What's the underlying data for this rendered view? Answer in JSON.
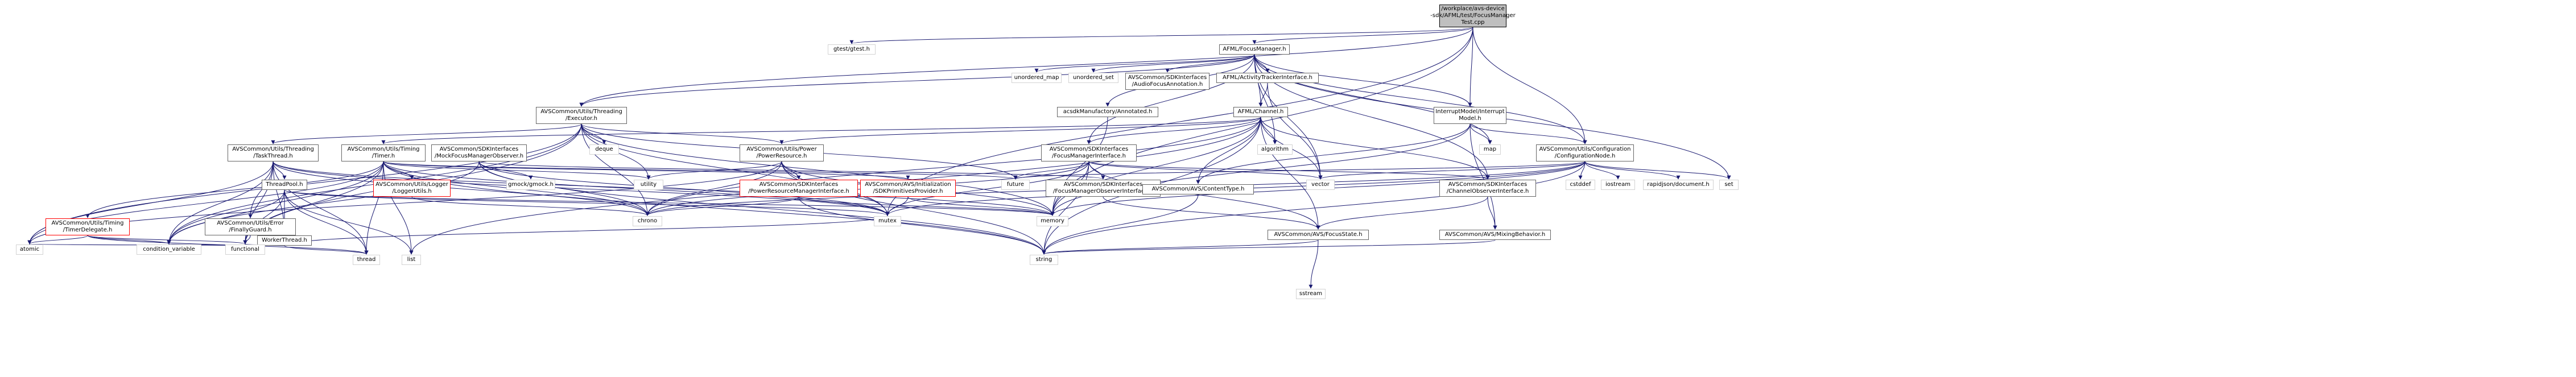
{
  "diagram": {
    "type": "include-dependency-graph",
    "edge_color": "#191970",
    "root_fill": "#bfbfbf",
    "missing_file_border": "#ff0000",
    "external_header_border": "#d3d3d3",
    "nodes": [
      {
        "id": "root",
        "lines": [
          "/workplace/avs-device",
          "-sdk/AFML/test/FocusManager",
          "Test.cpp"
        ],
        "style": "root"
      },
      {
        "id": "gtest",
        "lines": [
          "gtest/gtest.h"
        ],
        "style": "plain"
      },
      {
        "id": "afml_fm",
        "lines": [
          "AFML/FocusManager.h"
        ],
        "style": "normal"
      },
      {
        "id": "unordered_map",
        "lines": [
          "unordered_map"
        ],
        "style": "plain"
      },
      {
        "id": "unordered_set",
        "lines": [
          "unordered_set"
        ],
        "style": "plain"
      },
      {
        "id": "audio_focus_ann",
        "lines": [
          "AVSCommon/SDKInterfaces",
          "/AudioFocusAnnotation.h"
        ],
        "style": "normal"
      },
      {
        "id": "activity_tracker",
        "lines": [
          "AFML/ActivityTrackerInterface.h"
        ],
        "style": "normal"
      },
      {
        "id": "executor",
        "lines": [
          "AVSCommon/Utils/Threading",
          "/Executor.h"
        ],
        "style": "normal"
      },
      {
        "id": "acsdk_annotated",
        "lines": [
          "acsdkManufactory/Annotated.h"
        ],
        "style": "normal"
      },
      {
        "id": "afml_channel",
        "lines": [
          "AFML/Channel.h"
        ],
        "style": "normal"
      },
      {
        "id": "interrupt_model",
        "lines": [
          "InterruptModel/Interrupt",
          "Model.h"
        ],
        "style": "normal"
      },
      {
        "id": "config_node",
        "lines": [
          "AVSCommon/Utils/Configuration",
          "/ConfigurationNode.h"
        ],
        "style": "normal"
      },
      {
        "id": "task_thread",
        "lines": [
          "AVSCommon/Utils/Threading",
          "/TaskThread.h"
        ],
        "style": "normal"
      },
      {
        "id": "timer",
        "lines": [
          "AVSCommon/Utils/Timing",
          "/Timer.h"
        ],
        "style": "normal"
      },
      {
        "id": "mock_fm_observer",
        "lines": [
          "AVSCommon/SDKInterfaces",
          "/MockFocusManagerObserver.h"
        ],
        "style": "normal"
      },
      {
        "id": "deque",
        "lines": [
          "deque"
        ],
        "style": "plain"
      },
      {
        "id": "power_resource",
        "lines": [
          "AVSCommon/Utils/Power",
          "/PowerResource.h"
        ],
        "style": "normal"
      },
      {
        "id": "fm_interface",
        "lines": [
          "AVSCommon/SDKInterfaces",
          "/FocusManagerInterface.h"
        ],
        "style": "normal"
      },
      {
        "id": "algorithm",
        "lines": [
          "algorithm"
        ],
        "style": "plain"
      },
      {
        "id": "map",
        "lines": [
          "map"
        ],
        "style": "plain"
      },
      {
        "id": "threadpool",
        "lines": [
          "ThreadPool.h"
        ],
        "style": "normal"
      },
      {
        "id": "logger_utils",
        "lines": [
          "AVSCommon/Utils/Logger",
          "/LoggerUtils.h"
        ],
        "style": "red"
      },
      {
        "id": "gmock",
        "lines": [
          "gmock/gmock.h"
        ],
        "style": "plain"
      },
      {
        "id": "utility",
        "lines": [
          "utility"
        ],
        "style": "plain"
      },
      {
        "id": "power_res_mgr",
        "lines": [
          "AVSCommon/SDKInterfaces",
          "/PowerResourceManagerInterface.h"
        ],
        "style": "red"
      },
      {
        "id": "sdk_primitives",
        "lines": [
          "AVSCommon/AVS/Initialization",
          "/SDKPrimitivesProvider.h"
        ],
        "style": "red"
      },
      {
        "id": "future",
        "lines": [
          "future"
        ],
        "style": "plain"
      },
      {
        "id": "fm_observer_iface",
        "lines": [
          "AVSCommon/SDKInterfaces",
          "/FocusManagerObserverInterface.h"
        ],
        "style": "normal"
      },
      {
        "id": "content_type",
        "lines": [
          "AVSCommon/AVS/ContentType.h"
        ],
        "style": "normal"
      },
      {
        "id": "vector",
        "lines": [
          "vector"
        ],
        "style": "plain"
      },
      {
        "id": "channel_observer",
        "lines": [
          "AVSCommon/SDKInterfaces",
          "/ChannelObserverInterface.h"
        ],
        "style": "normal"
      },
      {
        "id": "cstddef",
        "lines": [
          "cstddef"
        ],
        "style": "plain"
      },
      {
        "id": "iostream",
        "lines": [
          "iostream"
        ],
        "style": "plain"
      },
      {
        "id": "rapidjson",
        "lines": [
          "rapidjson/document.h"
        ],
        "style": "plain"
      },
      {
        "id": "set",
        "lines": [
          "set"
        ],
        "style": "plain"
      },
      {
        "id": "timer_delegate",
        "lines": [
          "AVSCommon/Utils/Timing",
          "/TimerDelegate.h"
        ],
        "style": "red"
      },
      {
        "id": "finally_guard",
        "lines": [
          "AVSCommon/Utils/Error",
          "/FinallyGuard.h"
        ],
        "style": "normal"
      },
      {
        "id": "worker_thread",
        "lines": [
          "WorkerThread.h"
        ],
        "style": "normal"
      },
      {
        "id": "chrono",
        "lines": [
          "chrono"
        ],
        "style": "plain"
      },
      {
        "id": "mutex",
        "lines": [
          "mutex"
        ],
        "style": "plain"
      },
      {
        "id": "memory",
        "lines": [
          "memory"
        ],
        "style": "plain"
      },
      {
        "id": "focus_state",
        "lines": [
          "AVSCommon/AVS/FocusState.h"
        ],
        "style": "normal"
      },
      {
        "id": "mixing_behavior",
        "lines": [
          "AVSCommon/AVS/MixingBehavior.h"
        ],
        "style": "normal"
      },
      {
        "id": "atomic",
        "lines": [
          "atomic"
        ],
        "style": "plain"
      },
      {
        "id": "condition_variable",
        "lines": [
          "condition_variable"
        ],
        "style": "plain"
      },
      {
        "id": "functional",
        "lines": [
          "functional"
        ],
        "style": "plain"
      },
      {
        "id": "thread",
        "lines": [
          "thread"
        ],
        "style": "plain"
      },
      {
        "id": "list",
        "lines": [
          "list"
        ],
        "style": "plain"
      },
      {
        "id": "string",
        "lines": [
          "string"
        ],
        "style": "plain"
      },
      {
        "id": "sstream",
        "lines": [
          "sstream"
        ],
        "style": "plain"
      }
    ],
    "edges": [
      [
        "root",
        "gtest"
      ],
      [
        "root",
        "afml_fm"
      ],
      [
        "root",
        "executor"
      ],
      [
        "root",
        "interrupt_model"
      ],
      [
        "root",
        "config_node"
      ],
      [
        "root",
        "memory"
      ],
      [
        "root",
        "mutex"
      ],
      [
        "afml_fm",
        "unordered_map"
      ],
      [
        "afml_fm",
        "unordered_set"
      ],
      [
        "afml_fm",
        "audio_focus_ann"
      ],
      [
        "afml_fm",
        "activity_tracker"
      ],
      [
        "afml_fm",
        "executor"
      ],
      [
        "afml_fm",
        "acsdk_annotated"
      ],
      [
        "afml_fm",
        "afml_channel"
      ],
      [
        "afml_fm",
        "interrupt_model"
      ],
      [
        "afml_fm",
        "config_node"
      ],
      [
        "afml_fm",
        "fm_interface"
      ],
      [
        "afml_fm",
        "algorithm"
      ],
      [
        "afml_fm",
        "map"
      ],
      [
        "afml_fm",
        "vector"
      ],
      [
        "afml_fm",
        "set"
      ],
      [
        "afml_fm",
        "channel_observer"
      ],
      [
        "activity_tracker",
        "afml_channel"
      ],
      [
        "activity_tracker",
        "vector"
      ],
      [
        "acsdk_annotated",
        "memory"
      ],
      [
        "executor",
        "task_thread"
      ],
      [
        "executor",
        "power_resource"
      ],
      [
        "executor",
        "deque"
      ],
      [
        "executor",
        "future"
      ],
      [
        "executor",
        "chrono"
      ],
      [
        "executor",
        "memory"
      ],
      [
        "executor",
        "mutex"
      ],
      [
        "executor",
        "utility"
      ],
      [
        "executor",
        "atomic"
      ],
      [
        "executor",
        "condition_variable"
      ],
      [
        "executor",
        "functional"
      ],
      [
        "afml_channel",
        "power_resource"
      ],
      [
        "afml_channel",
        "fm_interface"
      ],
      [
        "afml_channel",
        "channel_observer"
      ],
      [
        "afml_channel",
        "content_type"
      ],
      [
        "afml_channel",
        "focus_state"
      ],
      [
        "afml_channel",
        "timer"
      ],
      [
        "afml_channel",
        "algorithm"
      ],
      [
        "afml_channel",
        "memory"
      ],
      [
        "afml_channel",
        "chrono"
      ],
      [
        "afml_channel",
        "list"
      ],
      [
        "afml_channel",
        "string"
      ],
      [
        "afml_channel",
        "vector"
      ],
      [
        "interrupt_model",
        "config_node"
      ],
      [
        "interrupt_model",
        "map"
      ],
      [
        "interrupt_model",
        "content_type"
      ],
      [
        "interrupt_model",
        "mixing_behavior"
      ],
      [
        "interrupt_model",
        "memory"
      ],
      [
        "config_node",
        "vector"
      ],
      [
        "config_node",
        "cstddef"
      ],
      [
        "config_node",
        "iostream"
      ],
      [
        "config_node",
        "rapidjson"
      ],
      [
        "config_node",
        "set"
      ],
      [
        "config_node",
        "memory"
      ],
      [
        "config_node",
        "mutex"
      ],
      [
        "config_node",
        "string"
      ],
      [
        "config_node",
        "chrono"
      ],
      [
        "config_node",
        "future"
      ],
      [
        "task_thread",
        "threadpool"
      ],
      [
        "task_thread",
        "worker_thread"
      ],
      [
        "task_thread",
        "finally_guard"
      ],
      [
        "task_thread",
        "atomic"
      ],
      [
        "task_thread",
        "chrono"
      ],
      [
        "task_thread",
        "functional"
      ],
      [
        "task_thread",
        "memory"
      ],
      [
        "task_thread",
        "mutex"
      ],
      [
        "task_thread",
        "thread"
      ],
      [
        "task_thread",
        "condition_variable"
      ],
      [
        "timer",
        "logger_utils"
      ],
      [
        "timer",
        "sdk_primitives"
      ],
      [
        "timer",
        "timer_delegate"
      ],
      [
        "timer",
        "chrono"
      ],
      [
        "timer",
        "condition_variable"
      ],
      [
        "timer",
        "functional"
      ],
      [
        "timer",
        "future"
      ],
      [
        "timer",
        "mutex"
      ],
      [
        "timer",
        "thread"
      ],
      [
        "timer",
        "atomic"
      ],
      [
        "timer",
        "utility"
      ],
      [
        "timer",
        "list"
      ],
      [
        "timer",
        "string"
      ],
      [
        "mock_fm_observer",
        "gmock"
      ],
      [
        "mock_fm_observer",
        "fm_observer_iface"
      ],
      [
        "mock_fm_observer",
        "chrono"
      ],
      [
        "mock_fm_observer",
        "condition_variable"
      ],
      [
        "mock_fm_observer",
        "mutex"
      ],
      [
        "mock_fm_observer",
        "string"
      ],
      [
        "power_resource",
        "power_res_mgr"
      ],
      [
        "power_resource",
        "utility"
      ],
      [
        "power_resource",
        "chrono"
      ],
      [
        "power_resource",
        "memory"
      ],
      [
        "power_resource",
        "mutex"
      ],
      [
        "power_resource",
        "string"
      ],
      [
        "power_resource",
        "atomic"
      ],
      [
        "fm_interface",
        "fm_observer_iface"
      ],
      [
        "fm_interface",
        "channel_observer"
      ],
      [
        "fm_interface",
        "focus_state"
      ],
      [
        "fm_interface",
        "future"
      ],
      [
        "fm_interface",
        "memory"
      ],
      [
        "fm_interface",
        "string"
      ],
      [
        "fm_interface",
        "chrono"
      ],
      [
        "fm_interface",
        "mutex"
      ],
      [
        "fm_interface",
        "vector"
      ],
      [
        "threadpool",
        "worker_thread"
      ],
      [
        "threadpool",
        "condition_variable"
      ],
      [
        "threadpool",
        "functional"
      ],
      [
        "threadpool",
        "list"
      ],
      [
        "threadpool",
        "memory"
      ],
      [
        "threadpool",
        "mutex"
      ],
      [
        "threadpool",
        "thread"
      ],
      [
        "logger_utils",
        "chrono"
      ],
      [
        "power_res_mgr",
        "chrono"
      ],
      [
        "power_res_mgr",
        "memory"
      ],
      [
        "power_res_mgr",
        "string"
      ],
      [
        "sdk_primitives",
        "memory"
      ],
      [
        "sdk_primitives",
        "mutex"
      ],
      [
        "fm_observer_iface",
        "focus_state"
      ],
      [
        "content_type",
        "string"
      ],
      [
        "channel_observer",
        "focus_state"
      ],
      [
        "channel_observer",
        "mixing_behavior"
      ],
      [
        "timer_delegate",
        "condition_variable"
      ],
      [
        "timer_delegate",
        "functional"
      ],
      [
        "timer_delegate",
        "thread"
      ],
      [
        "timer_delegate",
        "atomic"
      ],
      [
        "finally_guard",
        "functional"
      ],
      [
        "worker_thread",
        "atomic"
      ],
      [
        "worker_thread",
        "condition_variable"
      ],
      [
        "worker_thread",
        "functional"
      ],
      [
        "worker_thread",
        "mutex"
      ],
      [
        "worker_thread",
        "thread"
      ],
      [
        "focus_state",
        "string"
      ],
      [
        "focus_state",
        "sstream"
      ],
      [
        "mixing_behavior",
        "string"
      ]
    ]
  }
}
